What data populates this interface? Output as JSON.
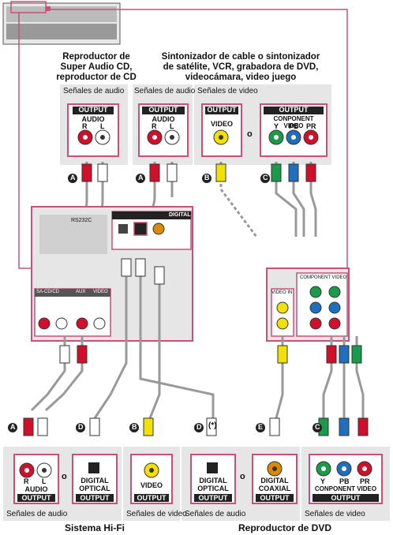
{
  "sources": {
    "super_audio_cd": {
      "title_lines": [
        "Reproductor de",
        "Super Audio CD,",
        "reproductor de CD"
      ]
    },
    "cable_tuner": {
      "title_lines": [
        "Sintonizador de cable o sintonizador",
        "de satélite, VCR, grabadora de DVD,",
        "videocámara, video juego"
      ]
    }
  },
  "section_labels": {
    "audio_signals": "Señales de audio",
    "video_signals": "Señales de video"
  },
  "panel_text": {
    "output": "OUTPUT",
    "audio": "AUDIO",
    "r": "R",
    "l": "L",
    "video": "VIDEO",
    "component_video": "CONPONENT VIDEO",
    "y": "Y",
    "pb": "PB",
    "pr": "PR",
    "or": "o",
    "digital_optical": [
      "DIGITAL",
      "OPTICAL"
    ],
    "digital_coaxial": [
      "DIGITAL",
      "COAXIAL"
    ],
    "component_video_bottom": "CONPONENT VIDEO"
  },
  "receiver_text": {
    "rs232c": "RS232C",
    "digital": "DIGITAL",
    "sa_cd": "SA-CD/CD",
    "aux": "AUX",
    "video": "VIDEO",
    "video_in": "VIDEO IN",
    "component_video": "COMPONENT VIDEO"
  },
  "cable_markers": {
    "a": "A",
    "b": "B",
    "c": "C",
    "d": "D",
    "e": "E",
    "asterisk": "(*)"
  },
  "bottom_labels": {
    "hifi": "Sistema Hi-Fi",
    "dvd_player": "Reproductor de DVD"
  },
  "colors": {
    "border_pink": "#c8507a",
    "panel_gray": "#e6e6e6",
    "red": "#d0102a",
    "white": "#ffffff",
    "yellow": "#f2e000",
    "green": "#1a9a4a",
    "blue": "#1e6fc0",
    "orange": "#d98a00"
  }
}
